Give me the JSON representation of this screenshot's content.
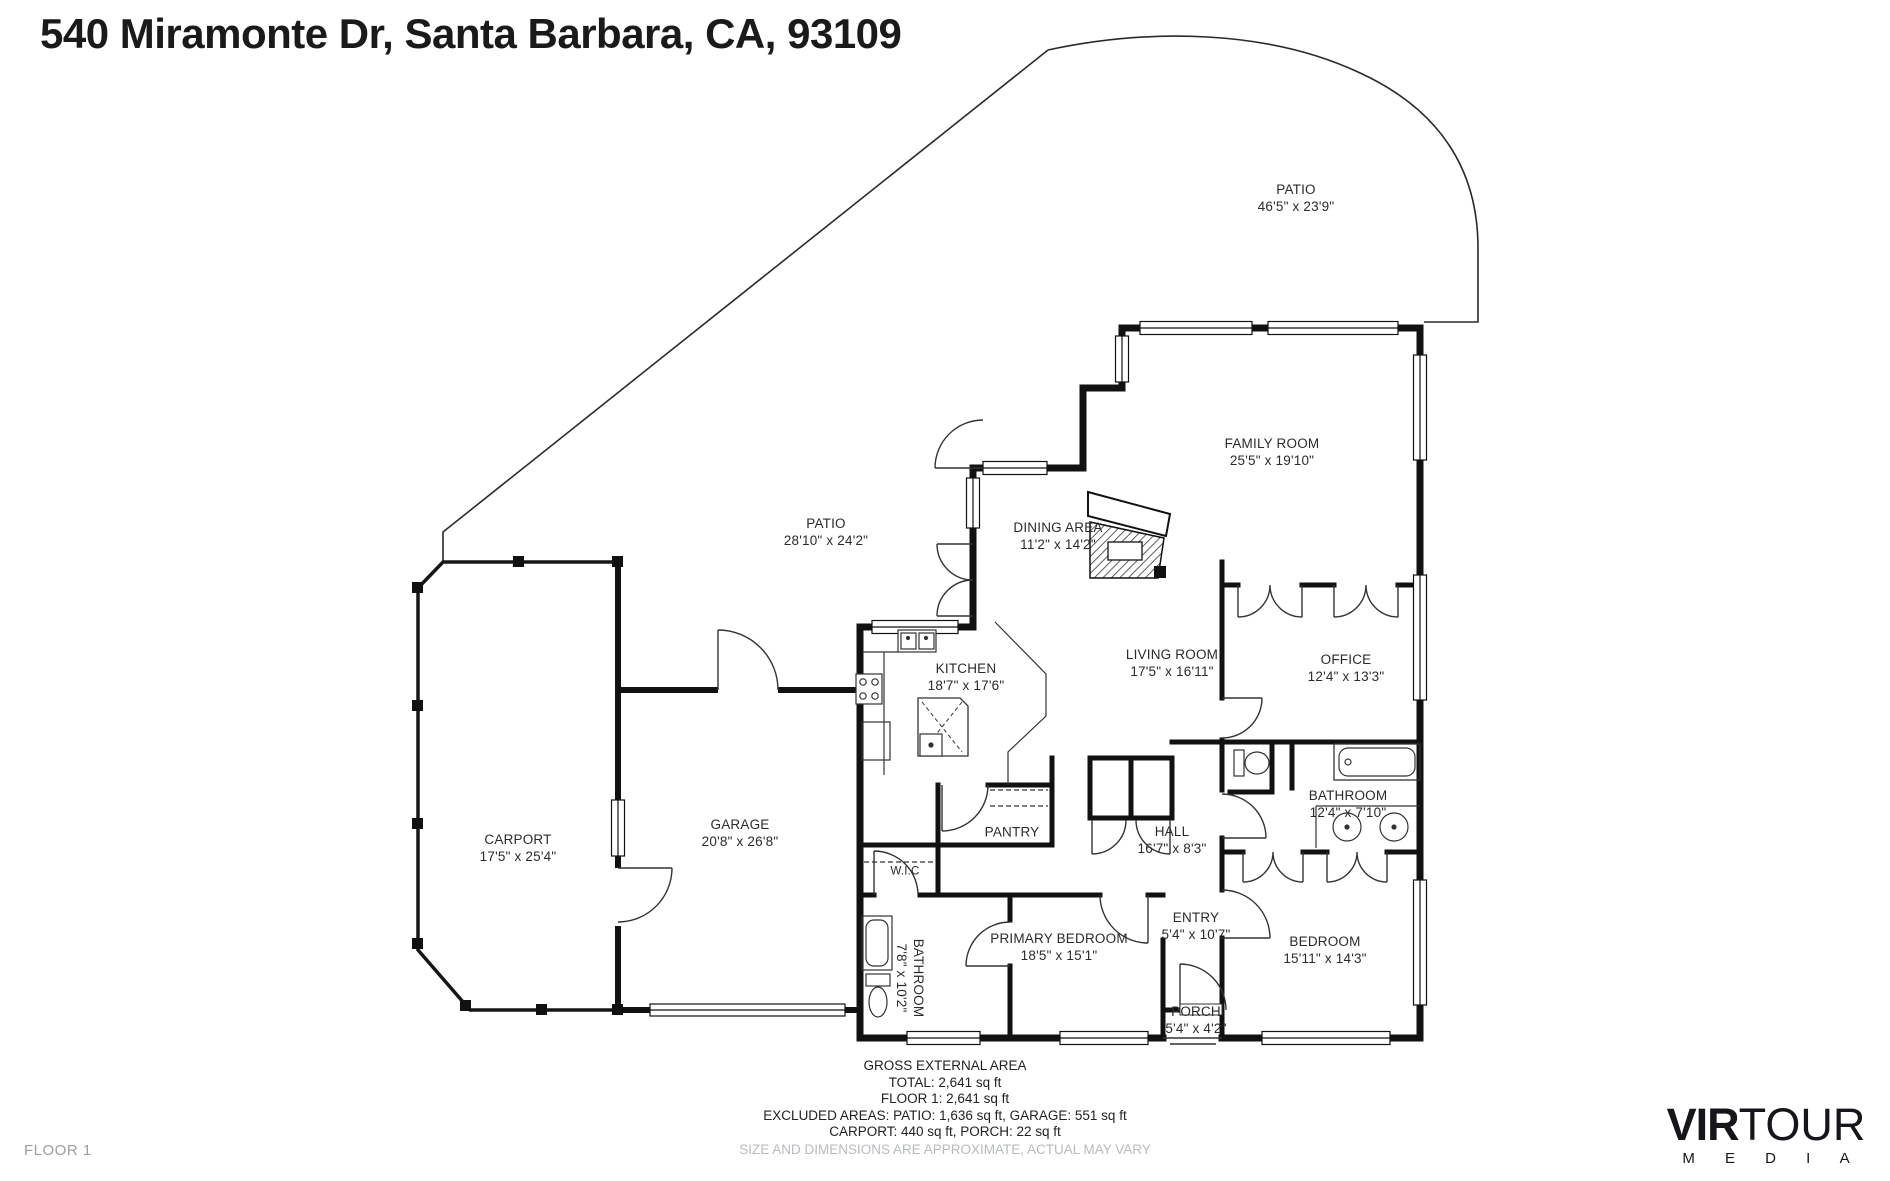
{
  "title": "540 Miramonte Dr, Santa Barbara, CA, 93109",
  "floor_label": "FLOOR 1",
  "branding": {
    "part1": "VIR",
    "part2": "TOUR",
    "part3": "M E D I A"
  },
  "colors": {
    "wall": "#111111",
    "label_text": "#2b2b2b",
    "muted_text": "#9b9fa2"
  },
  "rooms": [
    {
      "name": "PATIO",
      "dims": "46'5\" x 23'9\""
    },
    {
      "name": "FAMILY ROOM",
      "dims": "25'5\" x 19'10\""
    },
    {
      "name": "PATIO",
      "dims": "28'10\" x 24'2\""
    },
    {
      "name": "DINING AREA",
      "dims": "11'2\" x 14'2\""
    },
    {
      "name": "KITCHEN",
      "dims": "18'7\" x 17'6\""
    },
    {
      "name": "LIVING ROOM",
      "dims": "17'5\" x 16'11\""
    },
    {
      "name": "OFFICE",
      "dims": "12'4\" x 13'3\""
    },
    {
      "name": "BATHROOM",
      "dims": "12'4\" x 7'10\""
    },
    {
      "name": "HALL",
      "dims": "16'7\" x 8'3\""
    },
    {
      "name": "CARPORT",
      "dims": "17'5\" x 25'4\""
    },
    {
      "name": "GARAGE",
      "dims": "20'8\" x 26'8\""
    },
    {
      "name": "W.I.C",
      "dims": ""
    },
    {
      "name": "PANTRY",
      "dims": ""
    },
    {
      "name": "PRIMARY BEDROOM",
      "dims": "18'5\" x 15'1\""
    },
    {
      "name": "ENTRY",
      "dims": "5'4\" x 10'7\""
    },
    {
      "name": "BEDROOM",
      "dims": "15'11\" x 14'3\""
    },
    {
      "name": "BATHROOM",
      "dims": "7'8\" x 10'2\""
    },
    {
      "name": "PORCH",
      "dims": "5'4\" x 4'2\""
    }
  ],
  "summary": {
    "heading": "GROSS EXTERNAL AREA",
    "total": "TOTAL: 2,641 sq ft",
    "floor1": "FLOOR 1: 2,641 sq ft",
    "excluded1": "EXCLUDED AREAS: PATIO: 1,636 sq ft, GARAGE: 551 sq ft",
    "excluded2": "CARPORT: 440 sq ft, PORCH: 22 sq ft",
    "disclaimer": "SIZE AND DIMENSIONS ARE APPROXIMATE, ACTUAL MAY VARY"
  }
}
